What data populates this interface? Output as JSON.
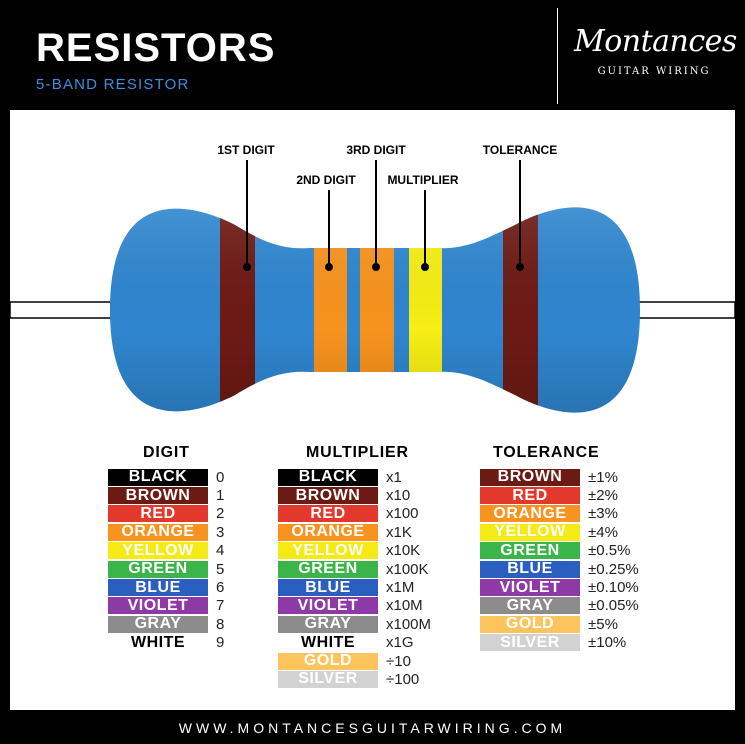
{
  "header": {
    "title": "RESISTORS",
    "subtitle": "5-BAND RESISTOR"
  },
  "brand": {
    "script": "Montances",
    "sub": "GUITAR WIRING"
  },
  "labels": {
    "first_digit": "1ST DIGIT",
    "second_digit": "2ND DIGIT",
    "third_digit": "3RD DIGIT",
    "multiplier": "MULTIPLIER",
    "tolerance": "TOLERANCE"
  },
  "colors": {
    "body_blue": "#2f86cf",
    "body_brown": "#6e1a14",
    "band_orange": "#f7931e",
    "band_yellow": "#f6ee14"
  },
  "tables": {
    "digit": {
      "title": "DIGIT",
      "rows": [
        {
          "name": "BLACK",
          "value": "0",
          "bg": "#000000",
          "fg": "#ffffff"
        },
        {
          "name": "BROWN",
          "value": "1",
          "bg": "#6b1b14",
          "fg": "#ffffff"
        },
        {
          "name": "RED",
          "value": "2",
          "bg": "#e2392c",
          "fg": "#ffffff"
        },
        {
          "name": "ORANGE",
          "value": "3",
          "bg": "#f7931e",
          "fg": "#ffffff"
        },
        {
          "name": "YELLOW",
          "value": "4",
          "bg": "#f5ea14",
          "fg": "#ffffff"
        },
        {
          "name": "GREEN",
          "value": "5",
          "bg": "#3bb54a",
          "fg": "#ffffff"
        },
        {
          "name": "BLUE",
          "value": "6",
          "bg": "#2b5fbf",
          "fg": "#ffffff"
        },
        {
          "name": "VIOLET",
          "value": "7",
          "bg": "#8e3aa6",
          "fg": "#ffffff"
        },
        {
          "name": "GRAY",
          "value": "8",
          "bg": "#8c8c8c",
          "fg": "#ffffff"
        },
        {
          "name": "WHITE",
          "value": "9",
          "bg": "#ffffff",
          "fg": "#000000"
        }
      ]
    },
    "multiplier": {
      "title": "MULTIPLIER",
      "rows": [
        {
          "name": "BLACK",
          "value": "x1",
          "bg": "#000000",
          "fg": "#ffffff"
        },
        {
          "name": "BROWN",
          "value": "x10",
          "bg": "#6b1b14",
          "fg": "#ffffff"
        },
        {
          "name": "RED",
          "value": "x100",
          "bg": "#e2392c",
          "fg": "#ffffff"
        },
        {
          "name": "ORANGE",
          "value": "x1K",
          "bg": "#f7931e",
          "fg": "#ffffff"
        },
        {
          "name": "YELLOW",
          "value": "x10K",
          "bg": "#f5ea14",
          "fg": "#ffffff"
        },
        {
          "name": "GREEN",
          "value": "x100K",
          "bg": "#3bb54a",
          "fg": "#ffffff"
        },
        {
          "name": "BLUE",
          "value": "x1M",
          "bg": "#2b5fbf",
          "fg": "#ffffff"
        },
        {
          "name": "VIOLET",
          "value": "x10M",
          "bg": "#8e3aa6",
          "fg": "#ffffff"
        },
        {
          "name": "GRAY",
          "value": "x100M",
          "bg": "#8c8c8c",
          "fg": "#ffffff"
        },
        {
          "name": "WHITE",
          "value": "x1G",
          "bg": "#ffffff",
          "fg": "#000000"
        },
        {
          "name": "GOLD",
          "value": "÷10",
          "bg": "#fdc35c",
          "fg": "#ffffff"
        },
        {
          "name": "SILVER",
          "value": "÷100",
          "bg": "#d2d2d2",
          "fg": "#ffffff"
        }
      ]
    },
    "tolerance": {
      "title": "TOLERANCE",
      "rows": [
        {
          "name": "BROWN",
          "value": "±1%",
          "bg": "#6b1b14",
          "fg": "#ffffff"
        },
        {
          "name": "RED",
          "value": "±2%",
          "bg": "#e2392c",
          "fg": "#ffffff"
        },
        {
          "name": "ORANGE",
          "value": "±3%",
          "bg": "#f7931e",
          "fg": "#ffffff"
        },
        {
          "name": "YELLOW",
          "value": "±4%",
          "bg": "#f5ea14",
          "fg": "#ffffff"
        },
        {
          "name": "GREEN",
          "value": "±0.5%",
          "bg": "#3bb54a",
          "fg": "#ffffff"
        },
        {
          "name": "BLUE",
          "value": "±0.25%",
          "bg": "#2b5fbf",
          "fg": "#ffffff"
        },
        {
          "name": "VIOLET",
          "value": "±0.10%",
          "bg": "#8e3aa6",
          "fg": "#ffffff"
        },
        {
          "name": "GRAY",
          "value": "±0.05%",
          "bg": "#8c8c8c",
          "fg": "#ffffff"
        },
        {
          "name": "GOLD",
          "value": "±5%",
          "bg": "#fdc35c",
          "fg": "#ffffff"
        },
        {
          "name": "SILVER",
          "value": "±10%",
          "bg": "#d2d2d2",
          "fg": "#ffffff"
        }
      ]
    }
  },
  "footer": "WWW.MONTANCESGUITARWIRING.COM"
}
